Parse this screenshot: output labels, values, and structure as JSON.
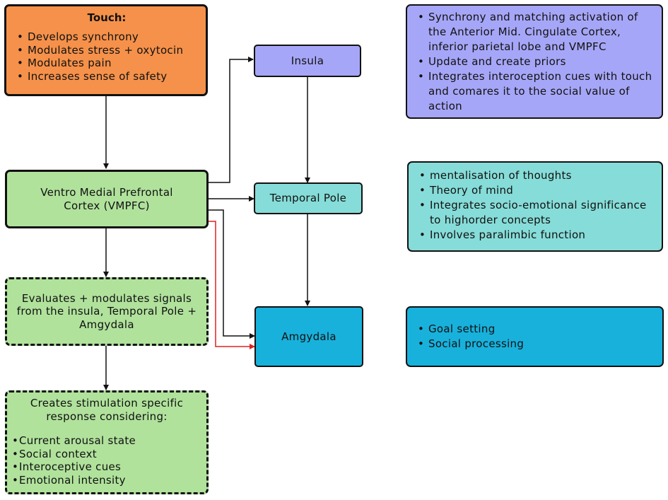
{
  "touch": {
    "title": "Touch:",
    "items": [
      "Develops synchrony",
      "Modulates stress + oxytocin",
      "Modulates pain",
      "Increases sense of safety"
    ]
  },
  "vmpfc": {
    "label": "Ventro Medial Prefrontal Cortex (VMPFC)"
  },
  "evaluates": {
    "label": "Evaluates + modulates signals from the insula, Temporal Pole + Amgydala"
  },
  "creates": {
    "title": "Creates stimulation specific response considering:",
    "items": [
      "Current arousal state",
      "Social context",
      "Interoceptive cues",
      "Emotional intensity"
    ]
  },
  "insula": {
    "label": "Insula",
    "items": [
      "Synchrony and matching activation of the Anterior Mid. Cingulate Cortex, inferior parietal lobe and VMPFC",
      "Update and create priors",
      "Integrates interoception cues with touch and comares it to the social value of action"
    ]
  },
  "temporal_pole": {
    "label": "Temporal Pole",
    "items": [
      "mentalisation of thoughts",
      "Theory of mind",
      "Integrates socio-emotional significance to highorder concepts",
      "Involves paralimbic function"
    ]
  },
  "amygdala": {
    "label": "Amgydala",
    "items": [
      "Goal setting",
      "Social processing"
    ]
  },
  "colors": {
    "touch": "#f5914a",
    "green": "#b0e29c",
    "insula": "#a6a6f8",
    "temporal_pole": "#86dcd8",
    "amygdala": "#18b1dc",
    "red_arrow": "#e02020"
  }
}
